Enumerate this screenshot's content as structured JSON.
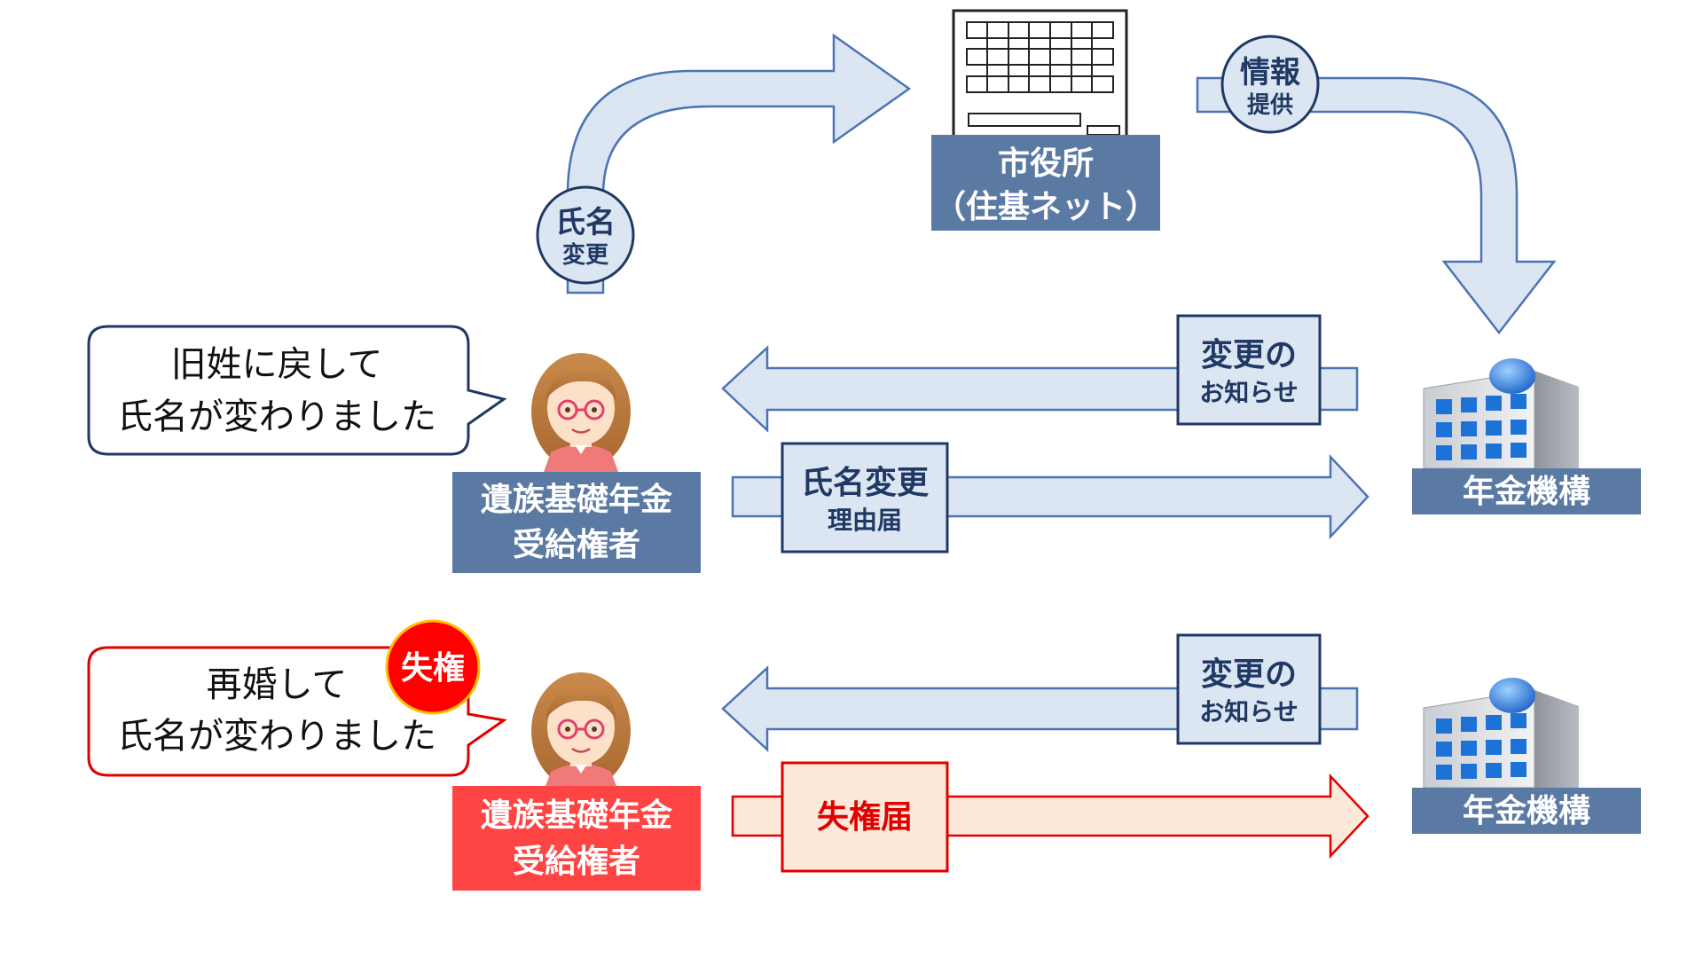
{
  "top": {
    "city_hall": {
      "line1": "市役所",
      "line2": "（住基ネット）"
    },
    "badge_name_change": {
      "line1": "氏名",
      "line2": "変更"
    },
    "badge_info": {
      "line1": "情報",
      "line2": "提供"
    }
  },
  "row1": {
    "bubble": {
      "line1": "旧姓に戻して",
      "line2": "氏名が変わりました"
    },
    "person": {
      "line1": "遺族基礎年金",
      "line2": "受給権者"
    },
    "notice": {
      "line1": "変更の",
      "line2": "お知らせ"
    },
    "form": {
      "line1": "氏名変更",
      "line2": "理由届"
    },
    "agency": "年金機構"
  },
  "row2": {
    "bubble": {
      "line1": "再婚して",
      "line2": "氏名が変わりました"
    },
    "lost_badge": "失権",
    "person": {
      "line1": "遺族基礎年金",
      "line2": "受給権者"
    },
    "notice": {
      "line1": "変更の",
      "line2": "お知らせ"
    },
    "form": "失権届",
    "agency": "年金機構"
  },
  "colors": {
    "arrow_fill": "#dce6f2",
    "arrow_stroke": "#4a74b4",
    "label_blue_bg": "#5b7aa3",
    "label_red_bg": "#ff4444",
    "red_stroke": "#e00000",
    "red_arrow_fill": "#fde9d9",
    "badge_red": "#ff0000"
  },
  "icons": {
    "city_hall": "government-building-icon",
    "agency": "office-building-icon",
    "person": "woman-with-glasses-icon"
  }
}
